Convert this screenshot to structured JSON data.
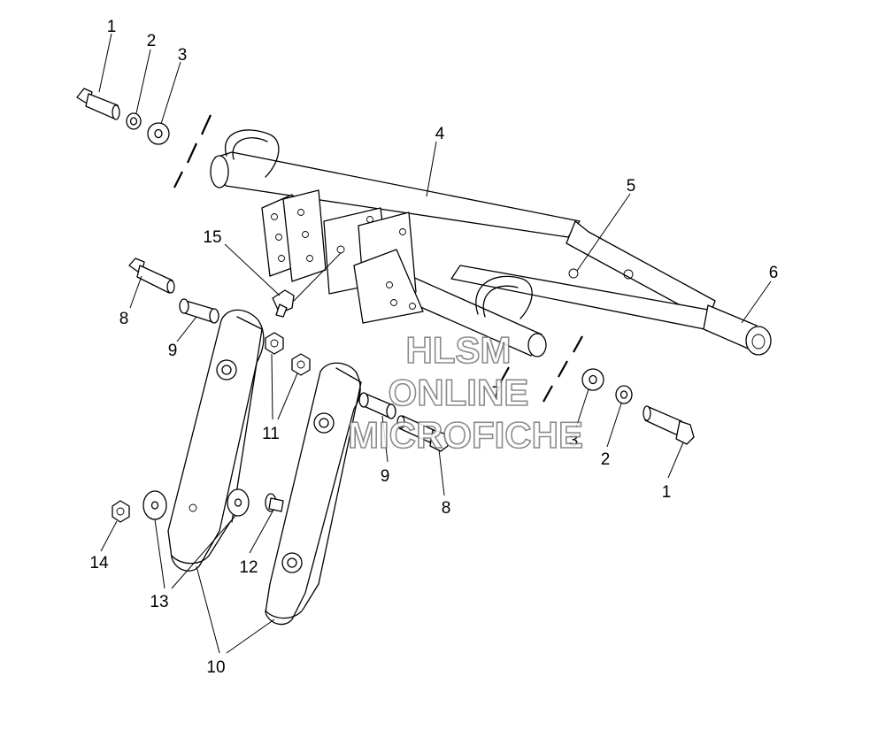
{
  "watermark": {
    "line1": "HLSM",
    "line2": "ONLINE",
    "line3": "MICROFICHE"
  },
  "callouts": {
    "c1a": "1",
    "c2a": "2",
    "c3a": "3",
    "c4": "4",
    "c5": "5",
    "c6": "6",
    "c7": "7",
    "c8a": "8",
    "c9a": "9",
    "c11": "11",
    "c15": "15",
    "c3b": "3",
    "c2b": "2",
    "c1b": "1",
    "c9b": "9",
    "c8b": "8",
    "c14": "14",
    "c13": "13",
    "c12": "12",
    "c10": "10"
  }
}
